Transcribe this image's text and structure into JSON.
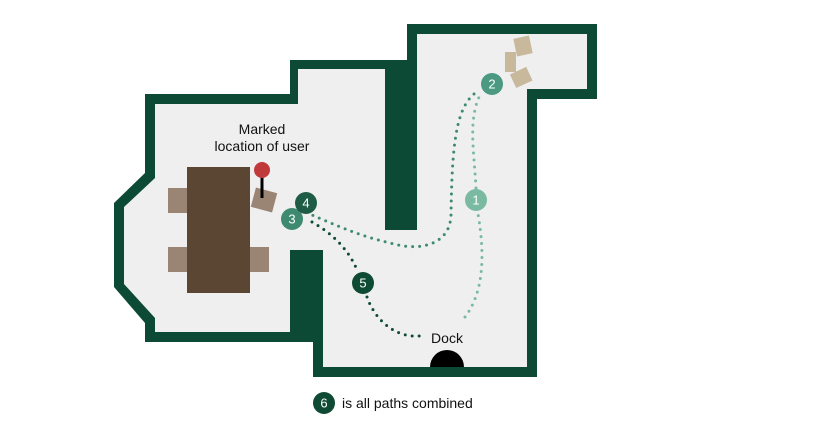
{
  "labels": {
    "marked_line1": "Marked",
    "marked_line2": "location of user",
    "dock": "Dock",
    "legend_text": "is all paths combined"
  },
  "markers": [
    {
      "number": "1",
      "color": "#7ab9a2"
    },
    {
      "number": "2",
      "color": "#4a9980"
    },
    {
      "number": "3",
      "color": "#3d8a70"
    },
    {
      "number": "4",
      "color": "#1e5c45"
    },
    {
      "number": "5",
      "color": "#0f4a35"
    },
    {
      "number": "6",
      "color": "#0f4a35"
    }
  ],
  "colors": {
    "wall": "#0d4a35",
    "floor": "#efefef",
    "table": "#5a4632",
    "chair": "#9a8574",
    "box": "#c8b89c",
    "pin": "#c0393b"
  }
}
